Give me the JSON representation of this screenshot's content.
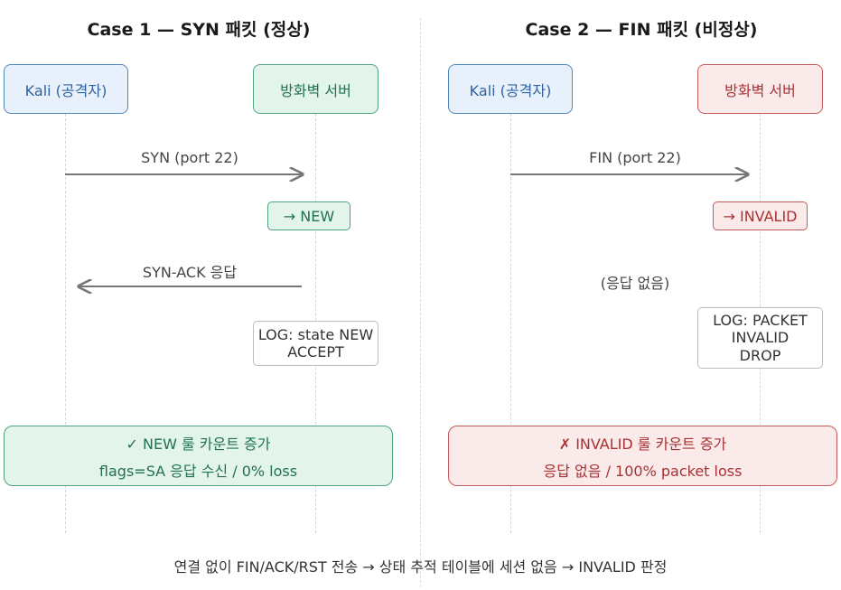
{
  "case1": {
    "title": "Case 1 — SYN 패킷 (정상)",
    "client": "Kali (공격자)",
    "server": "방화벽 서버",
    "msg_out": "SYN (port 22)",
    "state": "→ NEW",
    "msg_back": "SYN-ACK 응답",
    "log_line1": "LOG: state NEW",
    "log_line2": "ACCEPT",
    "summary_line1": "✓ NEW 룰 카운트 증가",
    "summary_line2": "flags=SA 응답 수신 / 0% loss"
  },
  "case2": {
    "title": "Case 2 — FIN 패킷 (비정상)",
    "client": "Kali (공격자)",
    "server": "방화벽 서버",
    "msg_out": "FIN (port 22)",
    "state": "→ INVALID",
    "no_response": "(응답 없음)",
    "log_line1": "LOG: PACKET",
    "log_line2": "INVALID",
    "log_line3": "DROP",
    "summary_line1": "✗ INVALID 룰 카운트 증가",
    "summary_line2": "응답 없음 / 100% packet loss"
  },
  "footer": "연결 없이 FIN/ACK/RST 전송 → 상태 추적 테이블에 세션 없음 → INVALID 판정",
  "colors": {
    "client_fill": "#e8f1fb",
    "ok_fill": "#e3f4ec",
    "bad_fill": "#fbeaea",
    "arrow": "#777777"
  }
}
